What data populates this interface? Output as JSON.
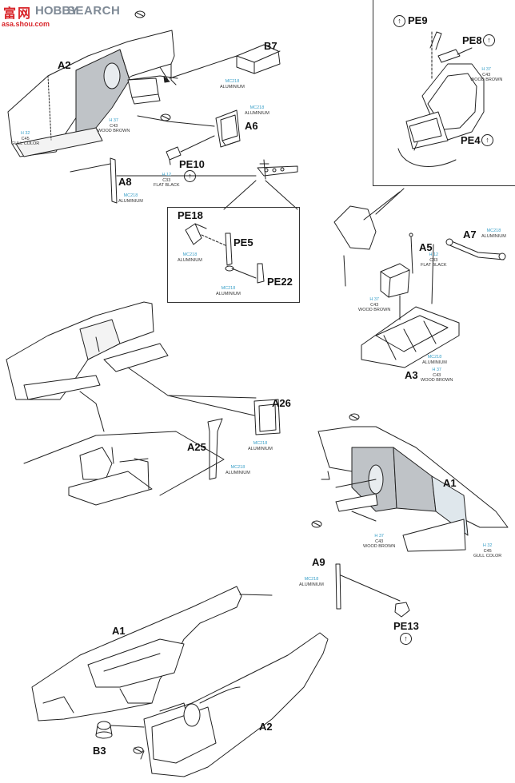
{
  "watermark": {
    "brand_cn": "富",
    "brand_text": "SEARCH",
    "url": "asa.shou.com"
  },
  "labels": {
    "A2_top": "A2",
    "B7": "B7",
    "A6": "A6",
    "PE10": "PE10",
    "A8": "A8",
    "PE18": "PE18",
    "PE5": "PE5",
    "PE22": "PE22",
    "PE9": "PE9",
    "PE8": "PE8",
    "PE4": "PE4",
    "A5": "A5",
    "A7": "A7",
    "A3": "A3",
    "A26": "A26",
    "A25": "A25",
    "A1_right": "A1",
    "A9": "A9",
    "PE13": "PE13",
    "A1_bottom": "A1",
    "A2_bottom": "A2",
    "B3": "B3"
  },
  "callouts": {
    "a2_gull": {
      "c1": "H 32",
      "c2": "C45",
      "c3": "GULL COLOR"
    },
    "a2_wood": {
      "c1": "H 37",
      "c2": "C43",
      "c3": "WOOD BROWN"
    },
    "b7_alu": {
      "c1": "MC218",
      "c2": "ALUMINIUM",
      "c3": ""
    },
    "a6_alu": {
      "c1": "MC218",
      "c2": "ALUMINIUM",
      "c3": ""
    },
    "pe10_black": {
      "c1": "H 12",
      "c2": "C33",
      "c3": "FLAT BLACK"
    },
    "a8_alu": {
      "c1": "MC218",
      "c2": "ALUMINIUM",
      "c3": ""
    },
    "pe18_alu": {
      "c1": "MC218",
      "c2": "ALUMINIUM",
      "c3": ""
    },
    "pe5_alu": {
      "c1": "MC218",
      "c2": "ALUMINIUM",
      "c3": ""
    },
    "seat_wood": {
      "c1": "H 37",
      "c2": "C43",
      "c3": "WOOD BROWN"
    },
    "a5_black": {
      "c1": "H 12",
      "c2": "C33",
      "c3": "FLAT BLACK"
    },
    "a7_alu": {
      "c1": "MC218",
      "c2": "ALUMINIUM",
      "c3": ""
    },
    "box_wood": {
      "c1": "H 37",
      "c2": "C43",
      "c3": "WOOD BROWN"
    },
    "a3_alu": {
      "c1": "MC218",
      "c2": "ALUMINIUM",
      "c3": ""
    },
    "a3_wood": {
      "c1": "H 37",
      "c2": "C43",
      "c3": "WOOD BROWN"
    },
    "a26_alu": {
      "c1": "MC218",
      "c2": "ALUMINIUM",
      "c3": ""
    },
    "a25_alu": {
      "c1": "MC218",
      "c2": "ALUMINIUM",
      "c3": ""
    },
    "a1_wood": {
      "c1": "H 37",
      "c2": "C43",
      "c3": "WOOD BROWN"
    },
    "a1_gull": {
      "c1": "H 32",
      "c2": "C45",
      "c3": "GULL COLOR"
    },
    "a9_alu": {
      "c1": "MC218",
      "c2": "ALUMINIUM",
      "c3": ""
    }
  },
  "colors": {
    "line": "#222222",
    "callout_code": "#3aa0c8",
    "interior_fill": "#bfc3c7",
    "gull_fill": "#dfe7ec",
    "watermark_red": "#d9262b",
    "watermark_gray": "#7f8a96"
  },
  "icons": {
    "photo_etch_marker": "circled-up-arrow-icon",
    "glue_marker": "glue-stick-icon"
  }
}
